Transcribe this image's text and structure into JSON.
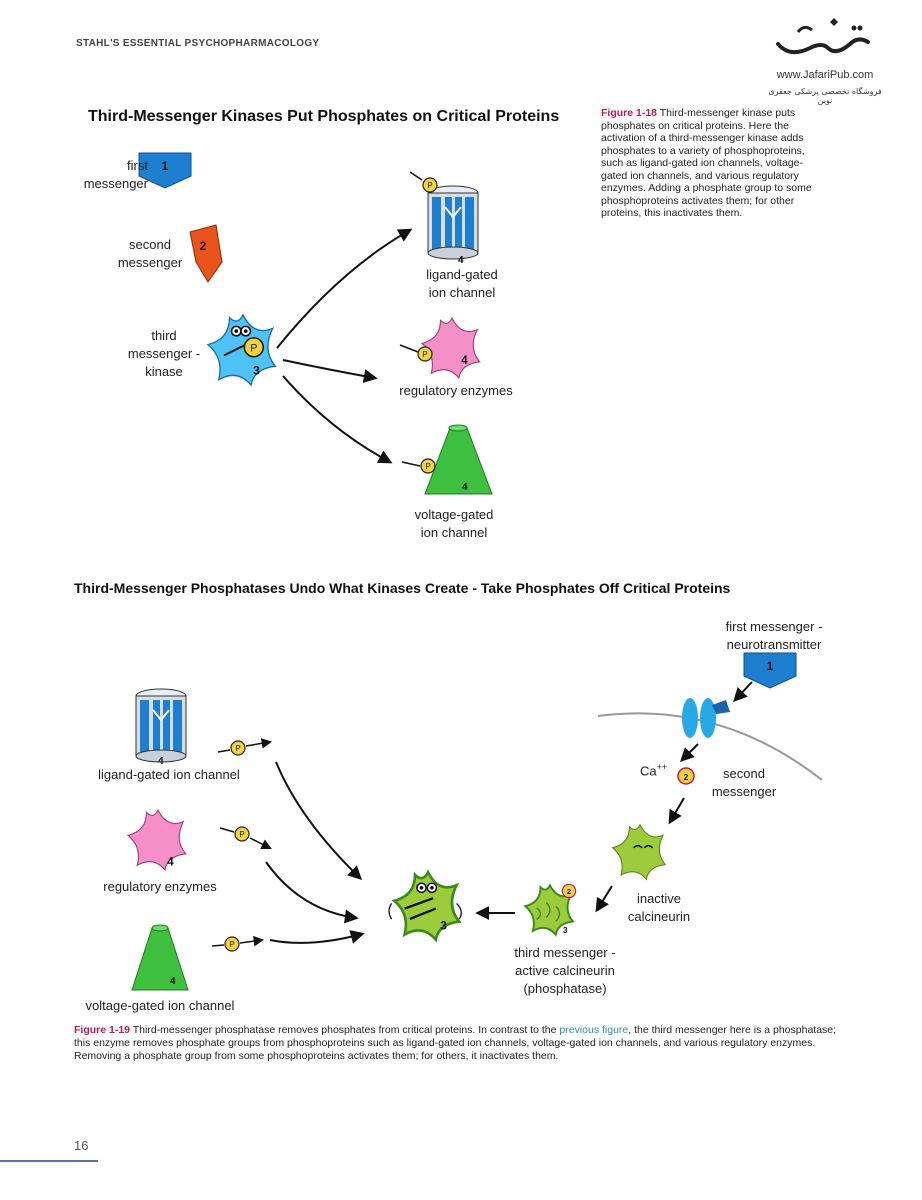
{
  "header": {
    "running_title": "STAHL'S ESSENTIAL PSYCHOPHARMACOLOGY",
    "logo_url": "www.JafariPub.com",
    "logo_persian": "فروشگاه تخصصی پزشکی جعفری نوین"
  },
  "figure1": {
    "title": "Third-Messenger Kinases Put Phosphates on Critical Proteins",
    "labels": {
      "first_messenger_l1": "first",
      "first_messenger_l2": "messenger",
      "second_messenger_l1": "second",
      "second_messenger_l2": "messenger",
      "third_messenger_l1": "third",
      "third_messenger_l2": "messenger -",
      "third_messenger_l3": "kinase",
      "ligand_l1": "ligand-gated",
      "ligand_l2": "ion channel",
      "enzymes": "regulatory enzymes",
      "voltage_l1": "voltage-gated",
      "voltage_l2": "ion channel"
    },
    "badges": {
      "one": "1",
      "two": "2",
      "three": "3",
      "four": "4",
      "phosphate": "P"
    },
    "caption_label": "Figure 1-18",
    "caption_text": "Third-messenger kinase puts phosphates on critical proteins.  Here the activation of a third-messenger kinase adds phosphates to a variety of phosphoproteins, such as ligand-gated ion channels, voltage-gated ion channels, and various regulatory enzymes. Adding a phosphate group to some phosphoproteins activates them; for other proteins, this inactivates them."
  },
  "figure2": {
    "title": "Third-Messenger Phosphatases Undo What Kinases Create - Take Phosphates Off Critical Proteins",
    "labels": {
      "first_messenger_l1": "first messenger -",
      "first_messenger_l2": "neurotransmitter",
      "calcium": "Ca",
      "calcium_charge": "++",
      "second_messenger_l1": "second",
      "second_messenger_l2": "messenger",
      "inactive_l1": "inactive",
      "inactive_l2": "calcineurin",
      "third_l1": "third messenger -",
      "third_l2": "active calcineurin",
      "third_l3": "(phosphatase)",
      "ligand": "ligand-gated ion channel",
      "enzymes": "regulatory enzymes",
      "voltage": "voltage-gated ion channel"
    },
    "caption_label": "Figure 1-19",
    "caption_text_before_link": "Third-messenger phosphatase removes phosphates from critical proteins.  In contrast to the ",
    "caption_link": "previous figure",
    "caption_text_after_link": ", the third messenger here is a phosphatase; this enzyme removes phosphate groups from phosphoproteins such as ligand-gated ion channels, voltage-gated ion channels, and various regulatory enzymes. Removing a phosphate group from some phosphoproteins activates them; for others, it inactivates them."
  },
  "footer": {
    "page_number": "16"
  },
  "colors": {
    "figure_label": "#c2185b",
    "link": "#2a8fb0",
    "messenger_blue": "#1e7fd0",
    "second_messenger_orange": "#e8541c",
    "kinase_cyan": "#4fc3f7",
    "enzyme_pink": "#f48fc8",
    "cone_green": "#3fbf3f",
    "calcineurin_green": "#9ccc3c",
    "phosphate_yellow": "#f5d33a"
  }
}
